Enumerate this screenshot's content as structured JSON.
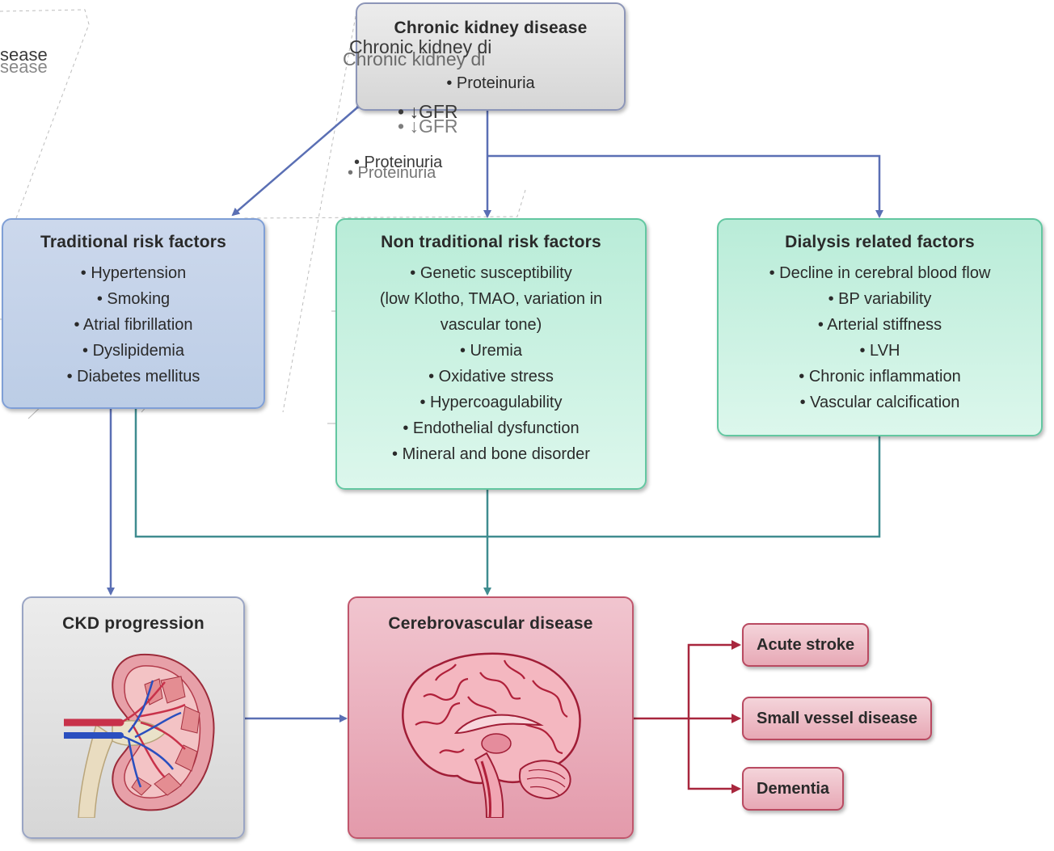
{
  "ckd": {
    "title": "Chronic kidney disease",
    "items": [
      "• Proteinuria",
      "• ↓GFR"
    ]
  },
  "ghost_text": {
    "left_top_1": "sease",
    "left_top_2": "sease",
    "title_echo_1": "Chronic kidney di",
    "title_echo_2": "Chronic kidney di",
    "gfr_echo": "• ↓GFR",
    "proteinuria_echo_1": "• Proteinuria",
    "proteinuria_echo_2": "• Proteinuria"
  },
  "traditional": {
    "title": "Traditional risk factors",
    "items": [
      "• Hypertension",
      "• Smoking",
      "• Atrial fibrillation",
      "• Dyslipidemia",
      "• Diabetes mellitus"
    ]
  },
  "nontraditional": {
    "title": "Non traditional risk factors",
    "items": [
      "• Genetic susceptibility",
      "(low Klotho, TMAO, variation in vascular tone)",
      "• Uremia",
      "• Oxidative stress",
      "• Hypercoagulability",
      "• Endothelial dysfunction",
      "• Mineral and bone disorder"
    ]
  },
  "dialysis": {
    "title": "Dialysis related factors",
    "items": [
      "• Decline in cerebral blood flow",
      "• BP variability",
      "• Arterial stiffness",
      "• LVH",
      "• Chronic inflammation",
      "• Vascular calcification"
    ]
  },
  "ckd_progression": {
    "title": "CKD progression"
  },
  "cvd": {
    "title": "Cerebrovascular disease"
  },
  "outcomes": [
    "Acute stroke",
    "Small vessel disease",
    "Dementia"
  ],
  "colors": {
    "blue_arrow": "#5a6fb4",
    "teal_arrow": "#3f8c8f",
    "red_arrow": "#a8263d",
    "kidney_red": "#c8324a",
    "brain_line": "#b0203a"
  }
}
